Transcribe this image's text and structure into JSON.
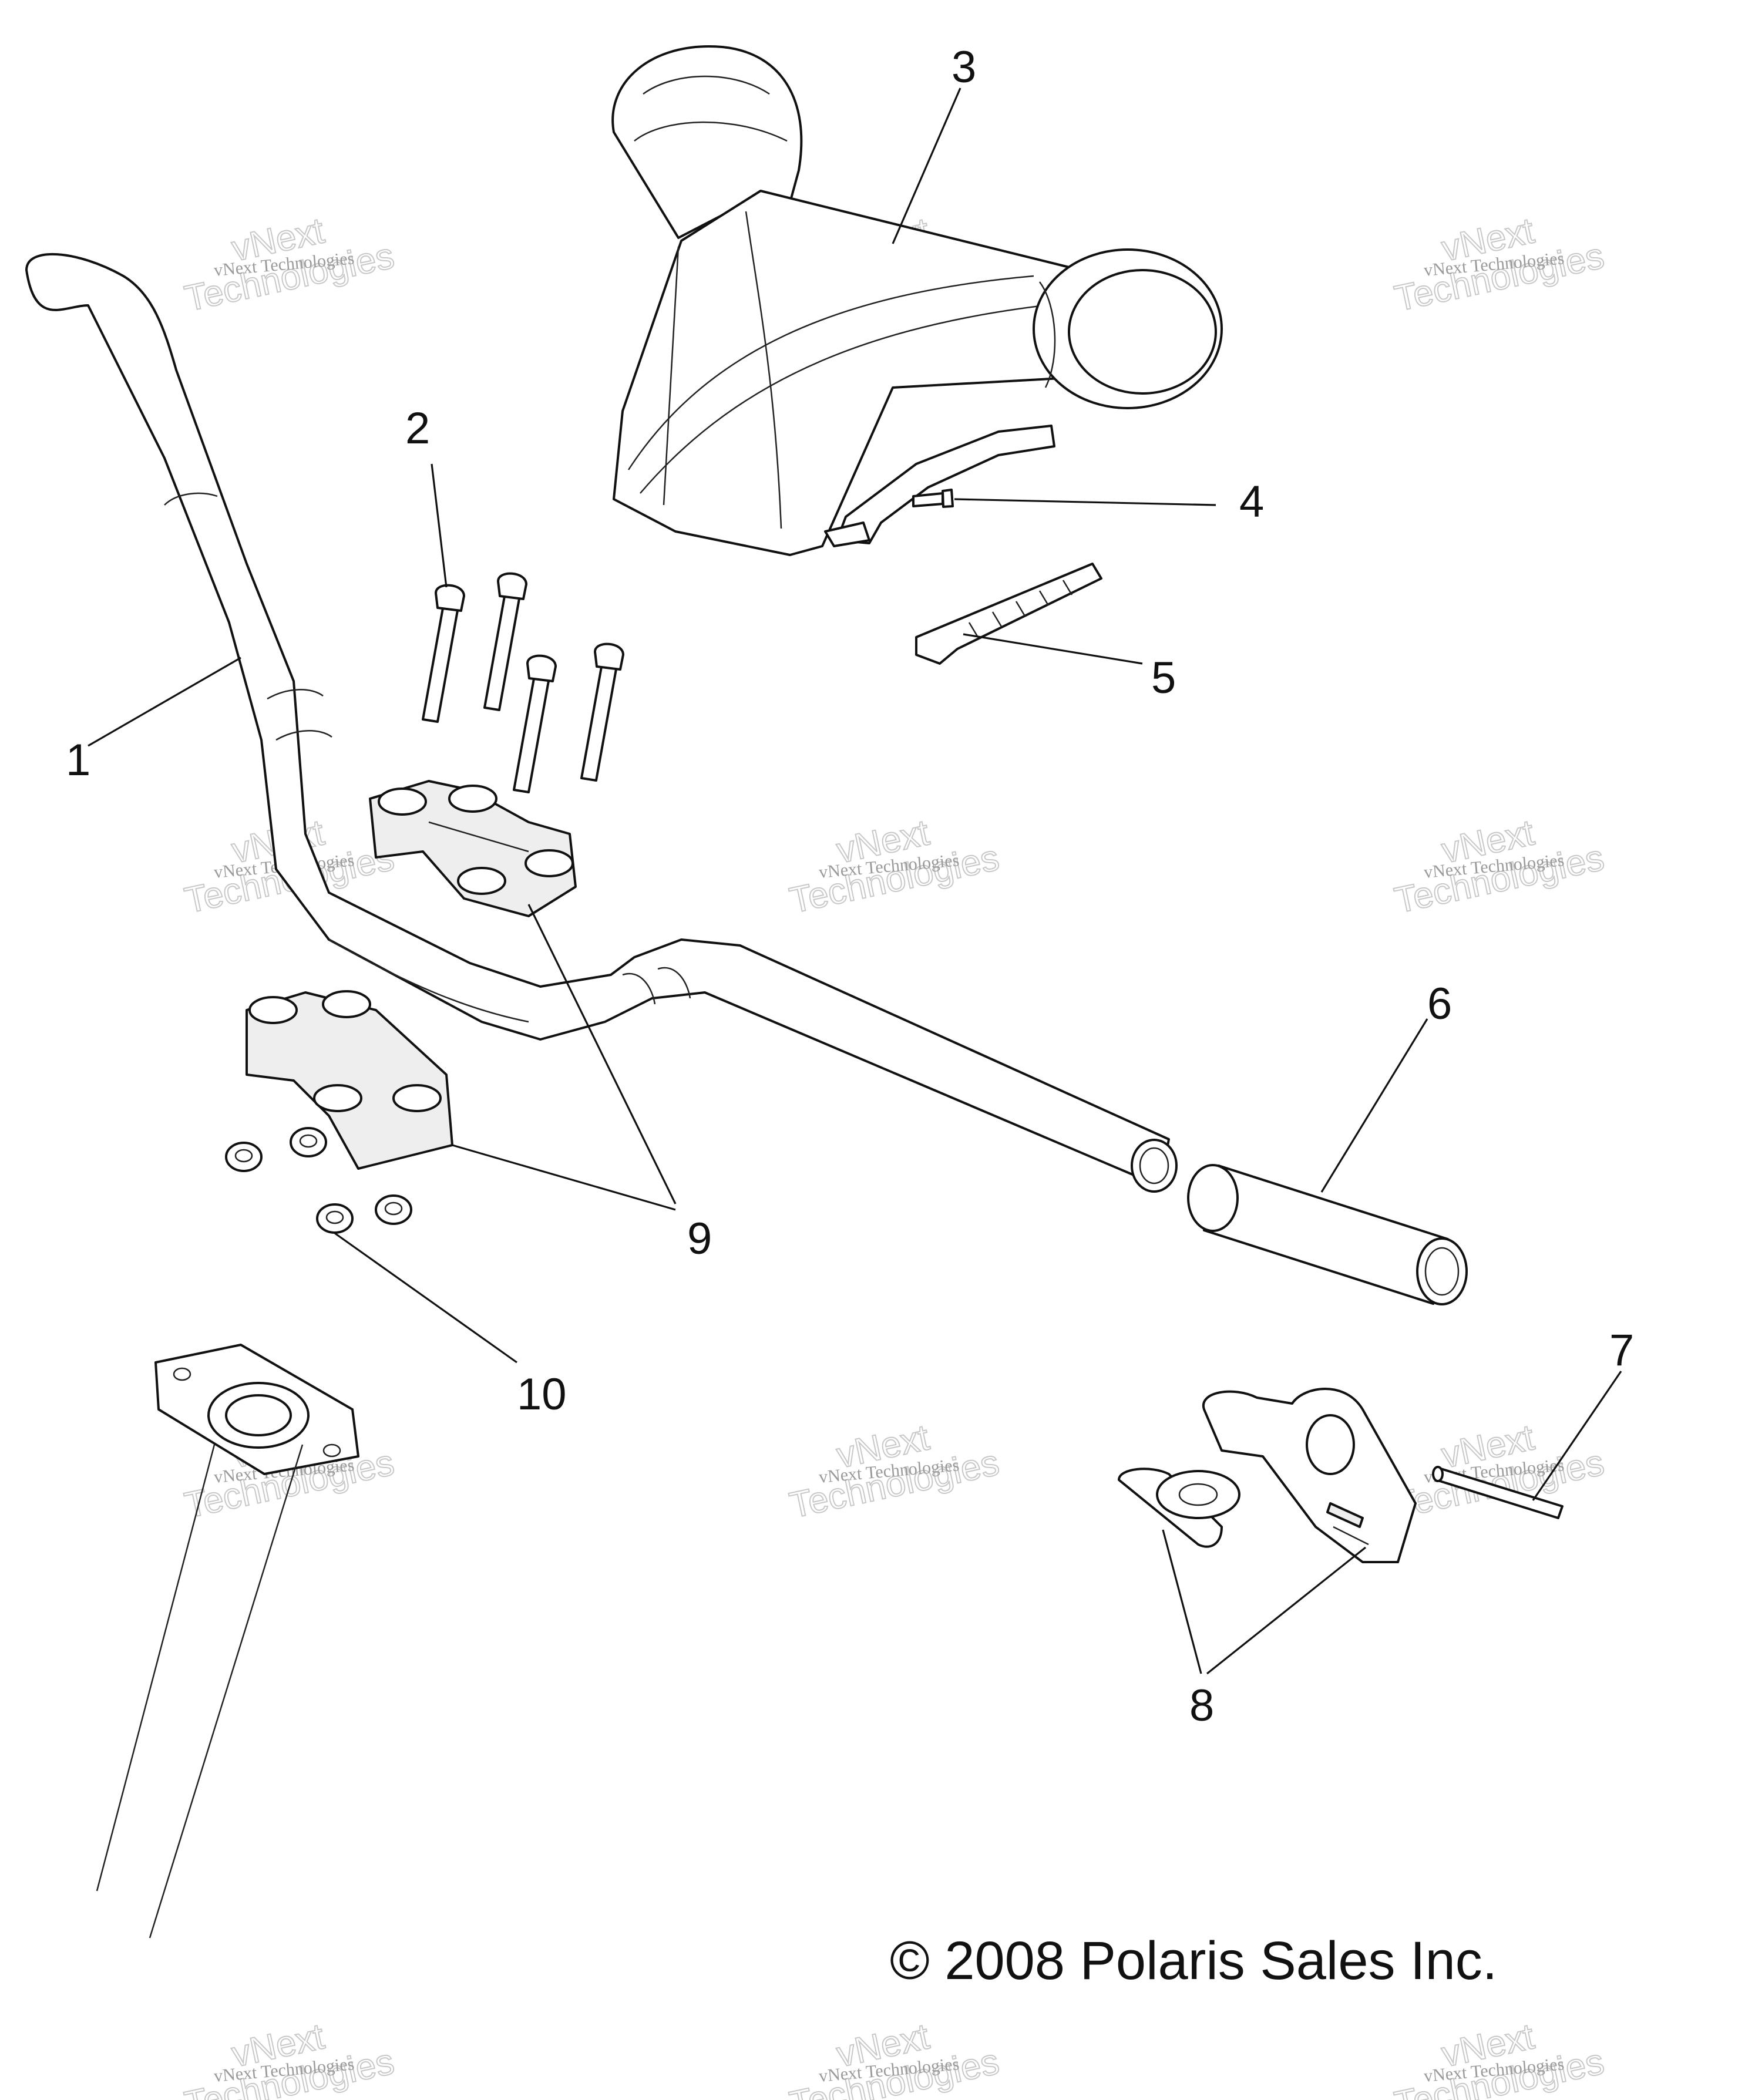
{
  "callouts": [
    "1",
    "2",
    "3",
    "4",
    "5",
    "6",
    "7",
    "8",
    "9",
    "10"
  ],
  "copyright": "© 2008 Polaris Sales Inc.",
  "watermark": {
    "line1": "vNext Technologies",
    "line2": "vNext",
    "line3": "Technologies"
  },
  "colors": {
    "ink": "#111111",
    "watermark": "#c8c8c8",
    "background": "#ffffff"
  }
}
